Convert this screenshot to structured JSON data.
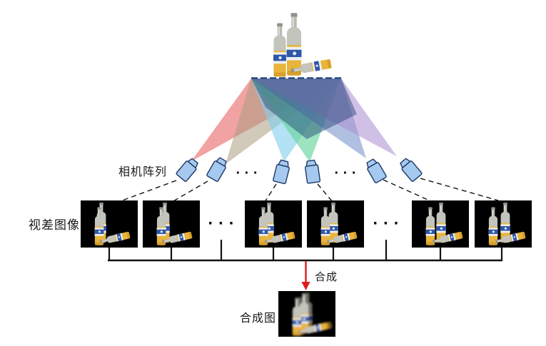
{
  "figure": {
    "camera_array_label": "相机阵列",
    "parallax_images_label": "视差图像",
    "synthesis_label": "合成",
    "composite_label": "合成图",
    "ellipsis": "· · ·"
  },
  "colors": {
    "cone_red": "rgba(233,106,106,0.62)",
    "cone_tan": "rgba(172,157,128,0.55)",
    "cone_cyan": "rgba(130,208,236,0.62)",
    "cone_green": "rgba(105,212,160,0.66)",
    "cone_blue": "rgba(112,140,198,0.55)",
    "cone_purple": "rgba(172,140,210,0.55)",
    "cone_overlap": "rgba(30,62,115,0.45)",
    "cone_top_edge": "#2a4a80",
    "camera_fill": "#a6c9f0",
    "camera_stroke": "#1f3864",
    "connector_color": "#111111",
    "arrow_red": "#e01b1b",
    "image_background": "#000000",
    "bottle_yellow": "#e9b43a",
    "bottle_label_blue": "#2f57a8",
    "bottle_glass": "#c3c4bc"
  },
  "cameras": {
    "count": 6
  },
  "parallax_images": {
    "count": 6
  }
}
